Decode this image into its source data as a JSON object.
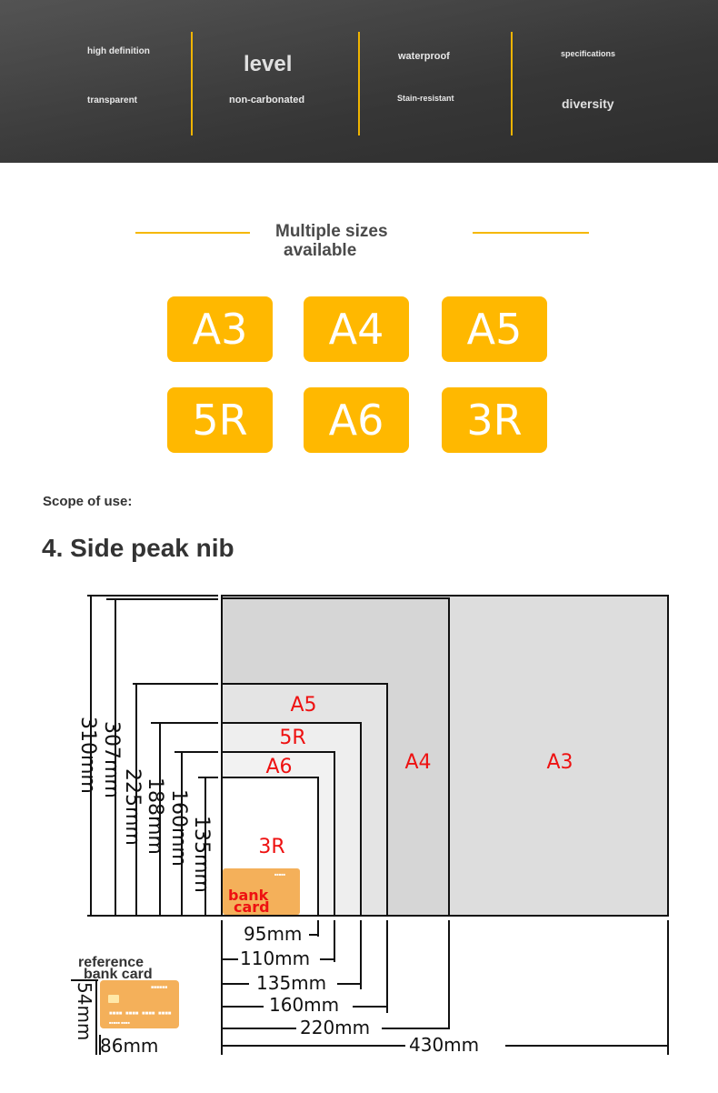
{
  "banner": {
    "features": [
      {
        "id": "high-definition",
        "label": "high definition"
      },
      {
        "id": "level",
        "label": "level"
      },
      {
        "id": "waterproof",
        "label": "waterproof"
      },
      {
        "id": "specifications",
        "label": "specifications"
      },
      {
        "id": "transparent",
        "label": "transparent"
      },
      {
        "id": "non-carbonated",
        "label": "non-carbonated"
      },
      {
        "id": "stain-resistant",
        "label": "Stain-resistant"
      },
      {
        "id": "diversity",
        "label": "diversity"
      }
    ],
    "accent_color": "#f0b400"
  },
  "sizes": {
    "title_line1": "Multiple sizes",
    "title_line2": "available",
    "badges": [
      "A3",
      "A4",
      "A5",
      "5R",
      "A6",
      "3R"
    ],
    "badge_color": "#ffb800"
  },
  "scope_label": "Scope of use:",
  "nib_heading": "4. Side peak nib",
  "diagram": {
    "paper_labels": [
      "A3",
      "A4",
      "A5",
      "5R",
      "A6",
      "3R"
    ],
    "heights": [
      "310mm",
      "307mm",
      "225mm",
      "188mm",
      "160mm",
      "135mm"
    ],
    "widths": [
      "95mm",
      "110mm",
      "135mm",
      "160mm",
      "220mm",
      "430mm"
    ],
    "bank_card_label_line1": "bank",
    "bank_card_label_line2": "card",
    "reference_line1": "reference",
    "reference_line2": "bank card",
    "card_height": "54mm",
    "card_width": "86mm",
    "label_color": "#ee1111"
  }
}
